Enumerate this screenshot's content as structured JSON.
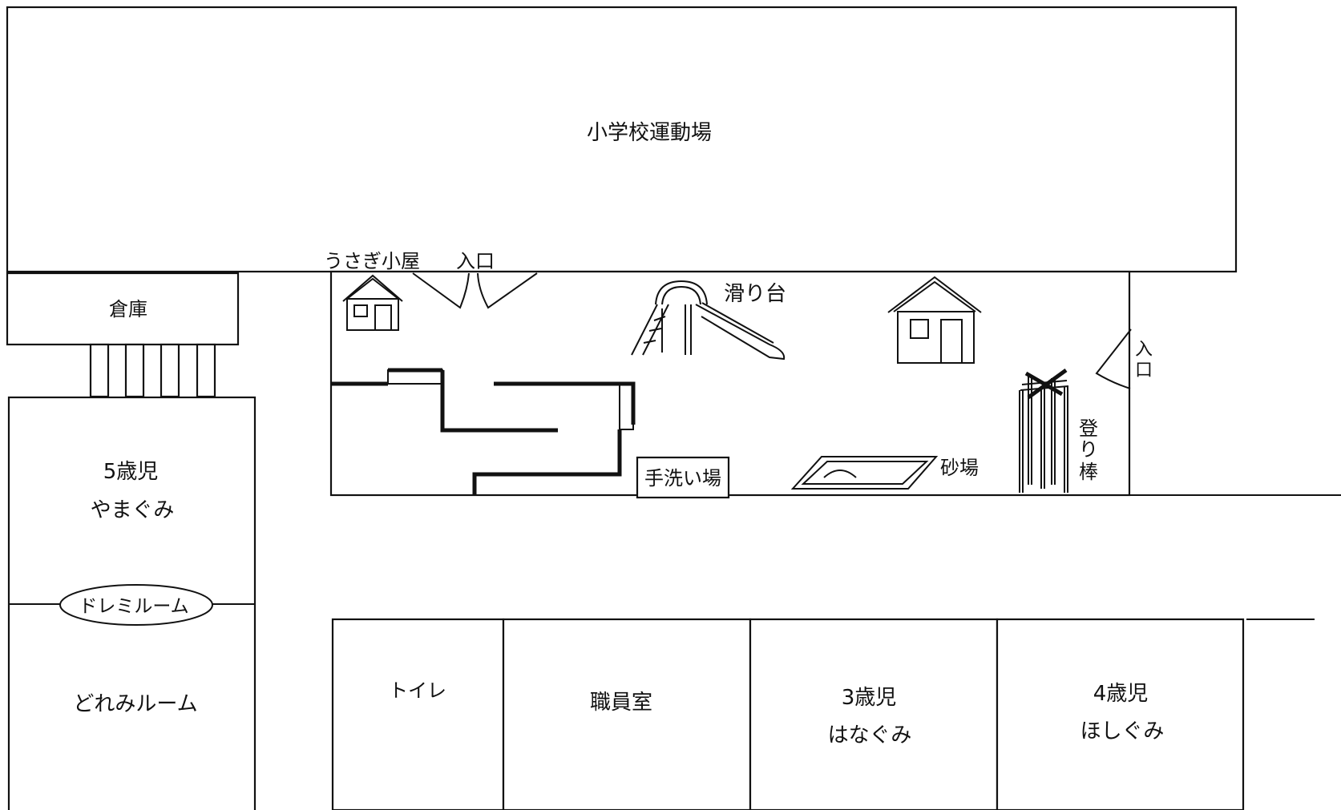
{
  "diagram": {
    "labels": {
      "school_ground": "小学校運動場",
      "storage": "倉庫",
      "rabbit_hutch": "うさぎ小屋",
      "entrance_top": "入口",
      "entrance_right_1": "入",
      "entrance_right_2": "口",
      "slide": "滑り台",
      "handwash": "手洗い場",
      "sandbox": "砂場",
      "climbing_pole_1": "登",
      "climbing_pole_2": "り",
      "climbing_pole_3": "棒",
      "age5": "5歳児",
      "yamagumi": "やまぐみ",
      "doremi_room_oval": "ドレミルーム",
      "doremi_room": "どれみルーム",
      "toilet": "トイレ",
      "staff_room": "職員室",
      "age3": "3歳児",
      "hanagumi": "はなぐみ",
      "age4": "4歳児",
      "hoshigumi": "ほしぐみ"
    }
  }
}
